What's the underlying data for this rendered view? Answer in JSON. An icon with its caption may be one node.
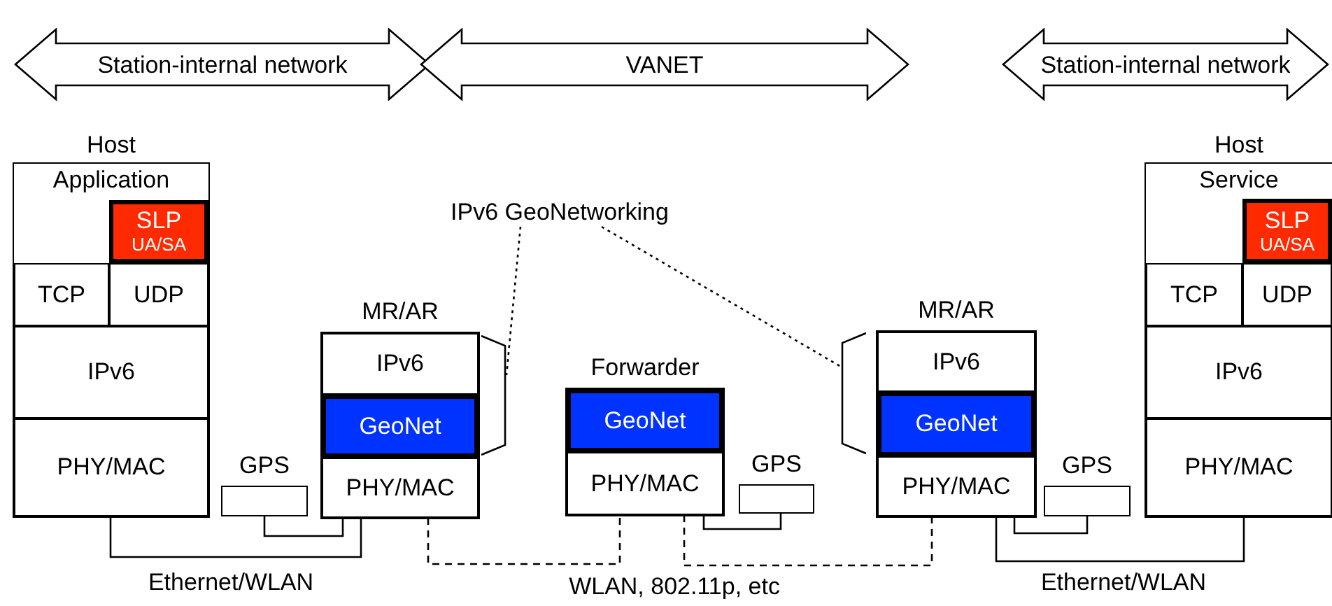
{
  "diagram": {
    "nodes": [
      {
        "text": [
          "Station-internal network"
        ]
      },
      {
        "text": [
          "VANET"
        ]
      },
      {
        "text": [
          "Station-internal network"
        ]
      },
      {
        "text": [
          "Host",
          "Application"
        ]
      },
      {
        "text": [
          "SLP",
          "UA/SA"
        ],
        "in": 3
      },
      {
        "text": [
          "TCP"
        ],
        "in": 3
      },
      {
        "text": [
          "UDP"
        ],
        "in": 3
      },
      {
        "text": [
          "IPv6"
        ],
        "in": 3
      },
      {
        "text": [
          "PHY/MAC"
        ],
        "in": 3
      },
      {
        "text": [
          "GPS"
        ]
      },
      {
        "text": [
          "MR/AR"
        ]
      },
      {
        "text": [
          "IPv6"
        ],
        "in": 10
      },
      {
        "text": [
          "GeoNet"
        ],
        "in": 10
      },
      {
        "text": [
          "PHY/MAC"
        ],
        "in": 10
      },
      {
        "text": [
          "IPv6 GeoNetworking"
        ]
      },
      {
        "text": [],
        "shape": "bracket"
      },
      {
        "text": [
          "Forwarder"
        ]
      },
      {
        "text": [
          "GeoNet"
        ],
        "in": 16
      },
      {
        "text": [
          "PHY/MAC"
        ],
        "in": 16
      },
      {
        "text": [
          "GPS"
        ]
      },
      {
        "text": [],
        "shape": "bracket"
      },
      {
        "text": [
          "MR/AR"
        ]
      },
      {
        "text": [
          "IPv6"
        ],
        "in": 21
      },
      {
        "text": [
          "GeoNet"
        ],
        "in": 21
      },
      {
        "text": [
          "PHY/MAC"
        ],
        "in": 21
      },
      {
        "text": [
          "GPS"
        ]
      },
      {
        "text": [
          "Host",
          "Service"
        ]
      },
      {
        "text": [
          "SLP",
          "UA/SA"
        ],
        "in": 26
      },
      {
        "text": [
          "TCP"
        ],
        "in": 26
      },
      {
        "text": [
          "UDP"
        ],
        "in": 26
      },
      {
        "text": [
          "IPv6"
        ],
        "in": 26
      },
      {
        "text": [
          "PHY/MAC"
        ],
        "in": 26
      }
    ],
    "edges": [
      {
        "from": 8,
        "to": 13,
        "arrow": "none",
        "label": "Ethernet/WLAN"
      },
      {
        "from": 9,
        "to": 13,
        "arrow": "none"
      },
      {
        "from": 13,
        "to": 18,
        "arrow": "none",
        "style": "dashed"
      },
      {
        "from": 18,
        "to": 24,
        "arrow": "none",
        "style": "dashed",
        "label": "WLAN, 802.11p, etc"
      },
      {
        "from": 19,
        "to": 18,
        "arrow": "none"
      },
      {
        "from": 25,
        "to": 24,
        "arrow": "none"
      },
      {
        "from": 24,
        "to": 31,
        "arrow": "none",
        "label": "Ethernet/WLAN"
      },
      {
        "from": 14,
        "to": 15,
        "arrow": "none",
        "style": "dashed"
      },
      {
        "from": 14,
        "to": 20,
        "arrow": "none",
        "style": "dashed"
      }
    ]
  }
}
